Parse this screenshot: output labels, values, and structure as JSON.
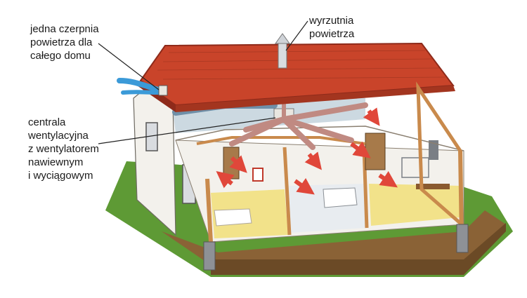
{
  "labels": {
    "intake": [
      "jedna czerpnia",
      "powietrza dla",
      "całego domu"
    ],
    "exhaust": [
      "wyrzutnia",
      "powietrza"
    ],
    "unit": [
      "centrala",
      "wentylacyjna",
      "z wentylatorem",
      "nawiewnym",
      "i wyciągowym"
    ]
  },
  "colors": {
    "roof": "#c9442a",
    "roof_dark": "#8e2a1a",
    "wall": "#f3f1ec",
    "floor_yellow": "#f2e28a",
    "floor_bath": "#e8ecf0",
    "ground": "#7a5a32",
    "grass": "#4e8a2e",
    "duct": "#c08a82",
    "arrow_red": "#e0473a",
    "arrow_blue": "#3b9ad8",
    "wood": "#c98a4c"
  }
}
